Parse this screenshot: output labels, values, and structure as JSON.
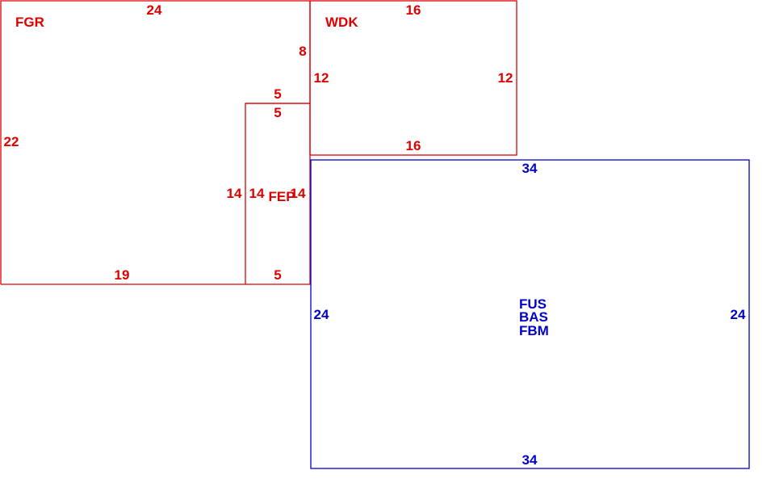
{
  "colors": {
    "upper_floor": "#dd0000",
    "main_floor": "#0000cc",
    "background": "#ffffff"
  },
  "areas": {
    "fgr": {
      "name": "FGR",
      "top": "24",
      "left": "22",
      "bottom": "19",
      "right_upper": "8"
    },
    "wdk": {
      "name": "WDK",
      "top": "16",
      "bottom": "16",
      "left": "12",
      "right": "12"
    },
    "fep": {
      "name": "FEP",
      "top_outer": "5",
      "top_inner": "5",
      "left_outer": "14",
      "left_inner": "14",
      "right": "14",
      "bottom": "5"
    },
    "main": {
      "names": [
        "FUS",
        "BAS",
        "FBM"
      ],
      "top": "34",
      "bottom": "34",
      "left": "24",
      "right": "24"
    }
  }
}
